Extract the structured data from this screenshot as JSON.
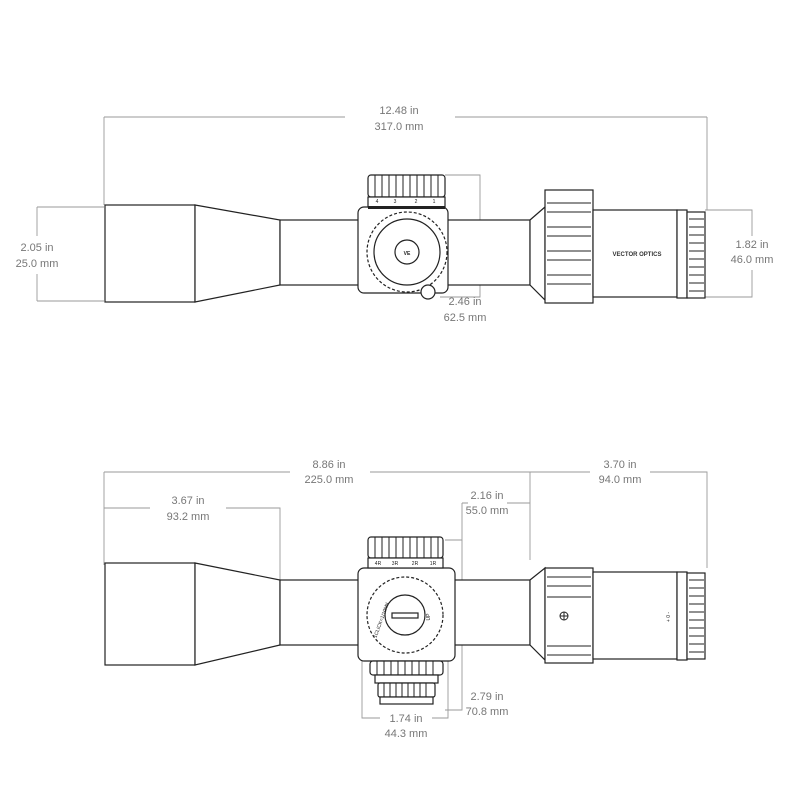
{
  "top_view": {
    "overall_length": {
      "in": "12.48 in",
      "mm": "317.0 mm"
    },
    "objective_diameter": {
      "in": "2.05 in",
      "mm": "25.0 mm"
    },
    "turret_height": {
      "in": "2.46 in",
      "mm": "62.5 mm"
    },
    "eyepiece_diameter": {
      "in": "1.82 in",
      "mm": "46.0 mm"
    },
    "brand": "VECTOR OPTICS",
    "turret_scale": [
      "4",
      "3",
      "2",
      "1"
    ]
  },
  "bottom_view": {
    "tube_length": {
      "in": "8.86 in",
      "mm": "225.0 mm"
    },
    "eyepiece_length": {
      "in": "3.70 in",
      "mm": "94.0 mm"
    },
    "objective_to_turret": {
      "in": "3.67 in",
      "mm": "93.2 mm"
    },
    "turret_to_power_ring": {
      "in": "2.16 in",
      "mm": "55.0 mm"
    },
    "turret_total_height": {
      "in": "2.79 in",
      "mm": "70.8 mm"
    },
    "turret_width": {
      "in": "1.74 in",
      "mm": "44.3 mm"
    },
    "turret_label": "1CLICK=1/10MIL",
    "up_label": "UP",
    "turret_scale": [
      "4R",
      "3R",
      "2R",
      "1R"
    ],
    "diopter_marks": "+ 0 -"
  }
}
